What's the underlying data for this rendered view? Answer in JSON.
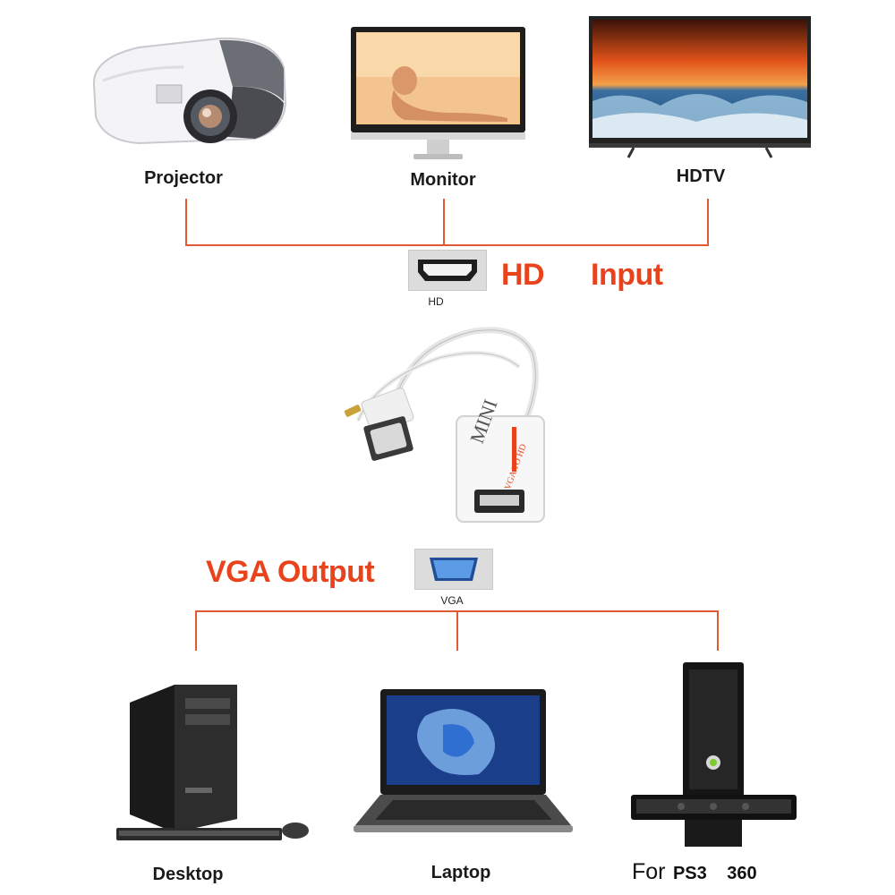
{
  "inputs": {
    "projector_label": "Projector",
    "monitor_label": "Monitor",
    "hdtv_label": "HDTV"
  },
  "hd_port": {
    "label": "HD",
    "title_left": "HD",
    "title_right": "Input"
  },
  "adapter": {
    "brand": "MINI",
    "subtitle": "VGA TO HD"
  },
  "vga_port": {
    "label": "VGA",
    "title": "VGA Output"
  },
  "outputs": {
    "desktop_label": "Desktop",
    "laptop_label": "Laptop",
    "console_label_for": "For",
    "console_label_ps3": "PS3",
    "console_label_360": "360"
  },
  "colors": {
    "accent": "#e8431c",
    "wire": "#e25a34",
    "vga_blue": "#3a7bd5"
  }
}
